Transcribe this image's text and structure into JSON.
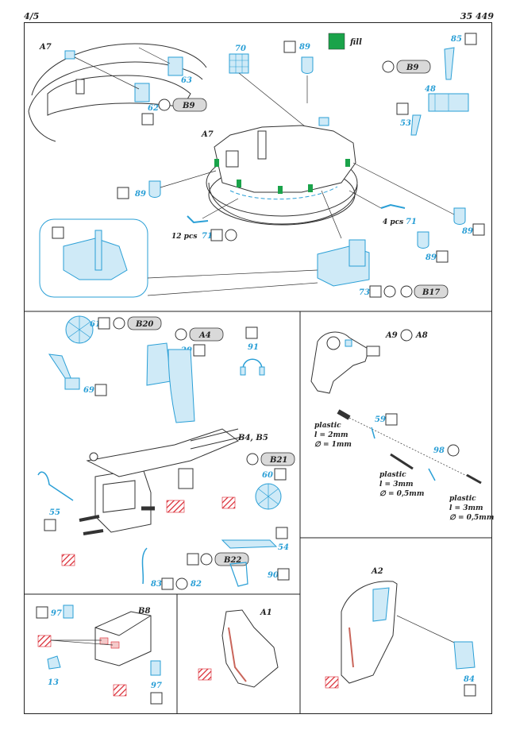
{
  "header": {
    "page": "4/5",
    "code": "35 449"
  },
  "legend": {
    "fill_label": "fill",
    "fill_color": "#1aa34a"
  },
  "colors": {
    "part_blue": "#2a9fd6",
    "hatch_red": "#d9232d",
    "ref_grey": "#d9d9d9"
  },
  "top": {
    "labels": [
      "A7",
      "A7"
    ],
    "parts": [
      "63",
      "62",
      "70",
      "89",
      "85",
      "48",
      "53",
      "89",
      "71",
      "89",
      "89",
      "71",
      "73"
    ],
    "refs": [
      "B9",
      "B9",
      "B17"
    ],
    "notes": {
      "pcs4": "4 pcs",
      "pcs12": "12 pcs"
    }
  },
  "mid_left": {
    "labels": [
      "B4, B5"
    ],
    "parts": [
      "61",
      "69",
      "29",
      "91",
      "60",
      "55",
      "54",
      "83",
      "82",
      "90"
    ],
    "refs": [
      "B20",
      "A4",
      "B21",
      "B22"
    ]
  },
  "mid_right": {
    "labels": [
      "A9",
      "A8"
    ],
    "parts": [
      "59",
      "98"
    ],
    "plastic1": {
      "title": "plastic",
      "len": "l = 2mm",
      "dia": "∅ = 1mm"
    },
    "plastic2": {
      "title": "plastic",
      "len": "l = 3mm",
      "dia": "∅ = 0,5mm"
    },
    "plastic3": {
      "title": "plastic",
      "len": "l = 3mm",
      "dia": "∅ = 0,5mm"
    }
  },
  "bottom": {
    "labels": [
      "B8",
      "A1",
      "A2"
    ],
    "parts": [
      "97",
      "13",
      "97",
      "84"
    ]
  }
}
